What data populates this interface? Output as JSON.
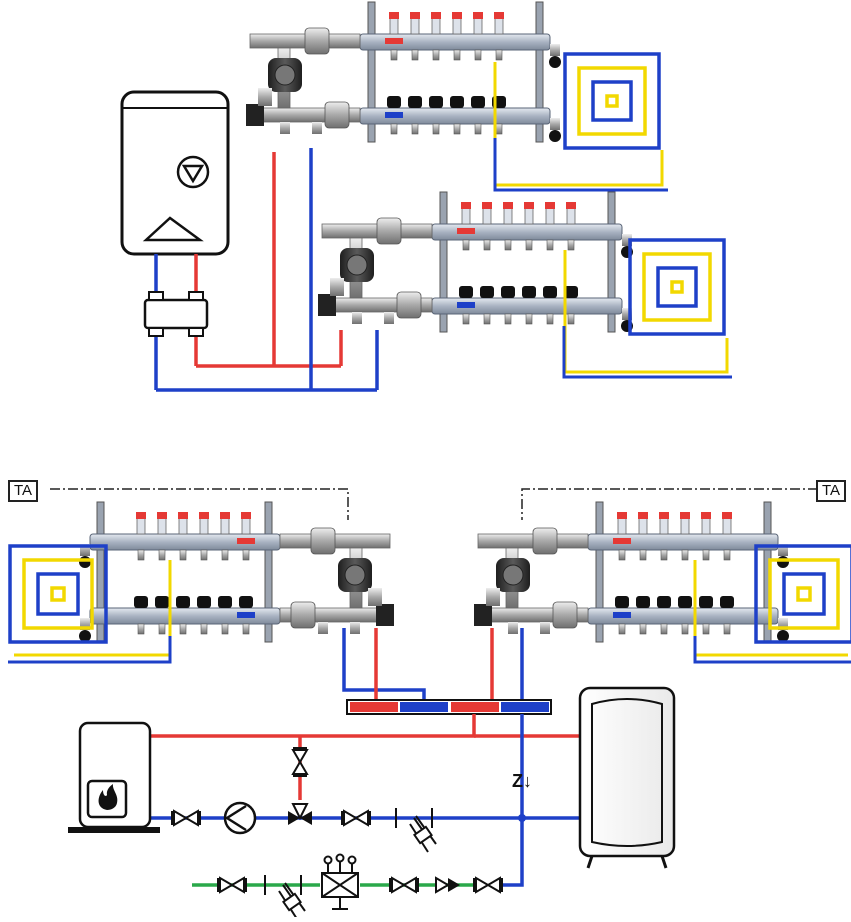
{
  "labels": {
    "thermostat_left": "TA",
    "thermostat_right": "TA",
    "check_valve_symbol": "Z↓"
  },
  "colors": {
    "supply": "#e53935",
    "return": "#1e40c8",
    "loop_supply": "#f2d800",
    "cold_water": "#2aa84a",
    "manifold_body": "#aab4c3",
    "pump_body": "#3a3a3a",
    "brass": "#b9b9b9"
  },
  "icons": {
    "wall_boiler": "wall-mounted-boiler",
    "pump": "circulator-pump-icon",
    "flame": "flame-icon",
    "storage_tank": "hot-water-tank",
    "valve": "gate-valve-icon",
    "filter": "strainer-icon",
    "mixing_valve": "thermostatic-mixing-valve-icon"
  }
}
